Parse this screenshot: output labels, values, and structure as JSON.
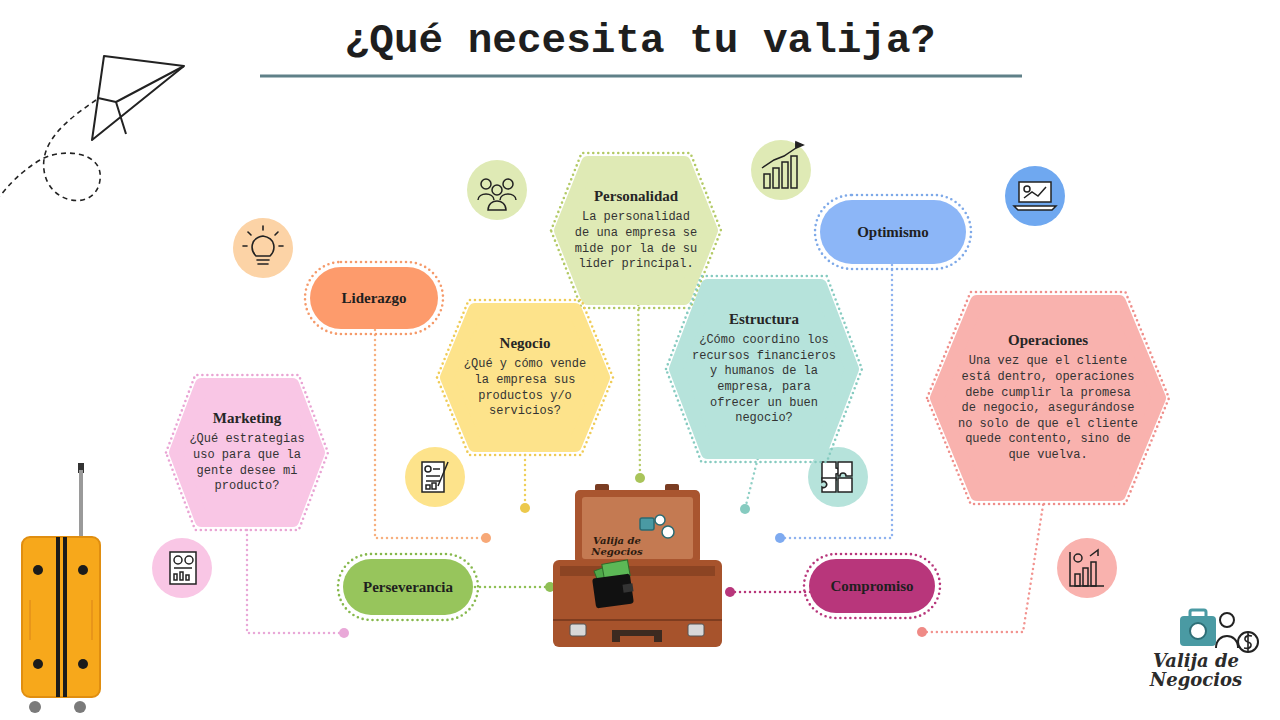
{
  "diagram": {
    "title": "¿Qué necesita tu valija?",
    "nodes": [
      {
        "text": [
          "Personalidad",
          "La personalidad de una empresa se mide por la de su líder principal."
        ]
      },
      {
        "text": [
          "Optimismo"
        ]
      },
      {
        "text": [
          "Liderazgo"
        ]
      },
      {
        "text": [
          "Negocio",
          "¿Qué y cómo vende la empresa sus productos y/o servicios?"
        ]
      },
      {
        "text": [
          "Estructura",
          "¿Cómo coordino los recursos financieros y humanos de la empresa, para ofrecer un buen negocio?"
        ]
      },
      {
        "text": [
          "Operaciones",
          "Una vez que el cliente está dentro, operaciones debe cumplir la promesa de negocio, asegurándose no solo de que el cliente quede contento, sino de que vuelva."
        ]
      },
      {
        "text": [
          "Marketing",
          "¿Qué estrategias uso para que la gente desee mi producto?"
        ]
      },
      {
        "text": [
          "Perseverancia"
        ]
      },
      {
        "text": [
          "Compromiso"
        ]
      }
    ],
    "labels": [
      "Valija de Negocios",
      "Valija de Negocios"
    ]
  }
}
